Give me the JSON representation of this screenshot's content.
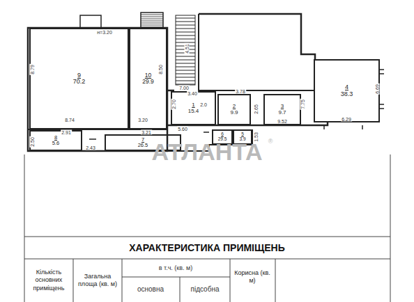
{
  "diagram": {
    "nodes": [
      {
        "text": [
          "9",
          "70.2"
        ]
      },
      {
        "text": [
          "10",
          "29.9"
        ]
      },
      {
        "text": [
          "1",
          "15.4"
        ]
      },
      {
        "text": [
          "2",
          "9.9"
        ]
      },
      {
        "text": [
          "3",
          "9.7"
        ]
      },
      {
        "text": [
          "4",
          "38.3"
        ]
      },
      {
        "text": [
          "8",
          "5.6"
        ]
      },
      {
        "text": [
          "7",
          "26.5"
        ]
      },
      {
        "text": [
          "6",
          "29.5"
        ]
      },
      {
        "text": [
          "5",
          "3.9"
        ]
      }
    ],
    "labels": [
      "н=3.20",
      "8.79",
      "8.74",
      "8.50",
      "3.20",
      "7.00",
      "3.40",
      "3.78",
      "2.70",
      "2.0",
      "2.65",
      "7.75",
      "9.52",
      "6.69",
      "6.29",
      "2.50",
      "2.91",
      "3.21",
      "2.43",
      "5.60",
      "1.53",
      "4.51",
      "АТЛАНТА",
      "®",
      "ХАРАКТЕРИСТИКА ПРИМІЩЕНЬ",
      "Кількість основних приміщень",
      "Загальна площа (кв. м)",
      "в т.ч. (кв. м)",
      "основна",
      "підсобна",
      "Корисна (кв. м)"
    ]
  }
}
